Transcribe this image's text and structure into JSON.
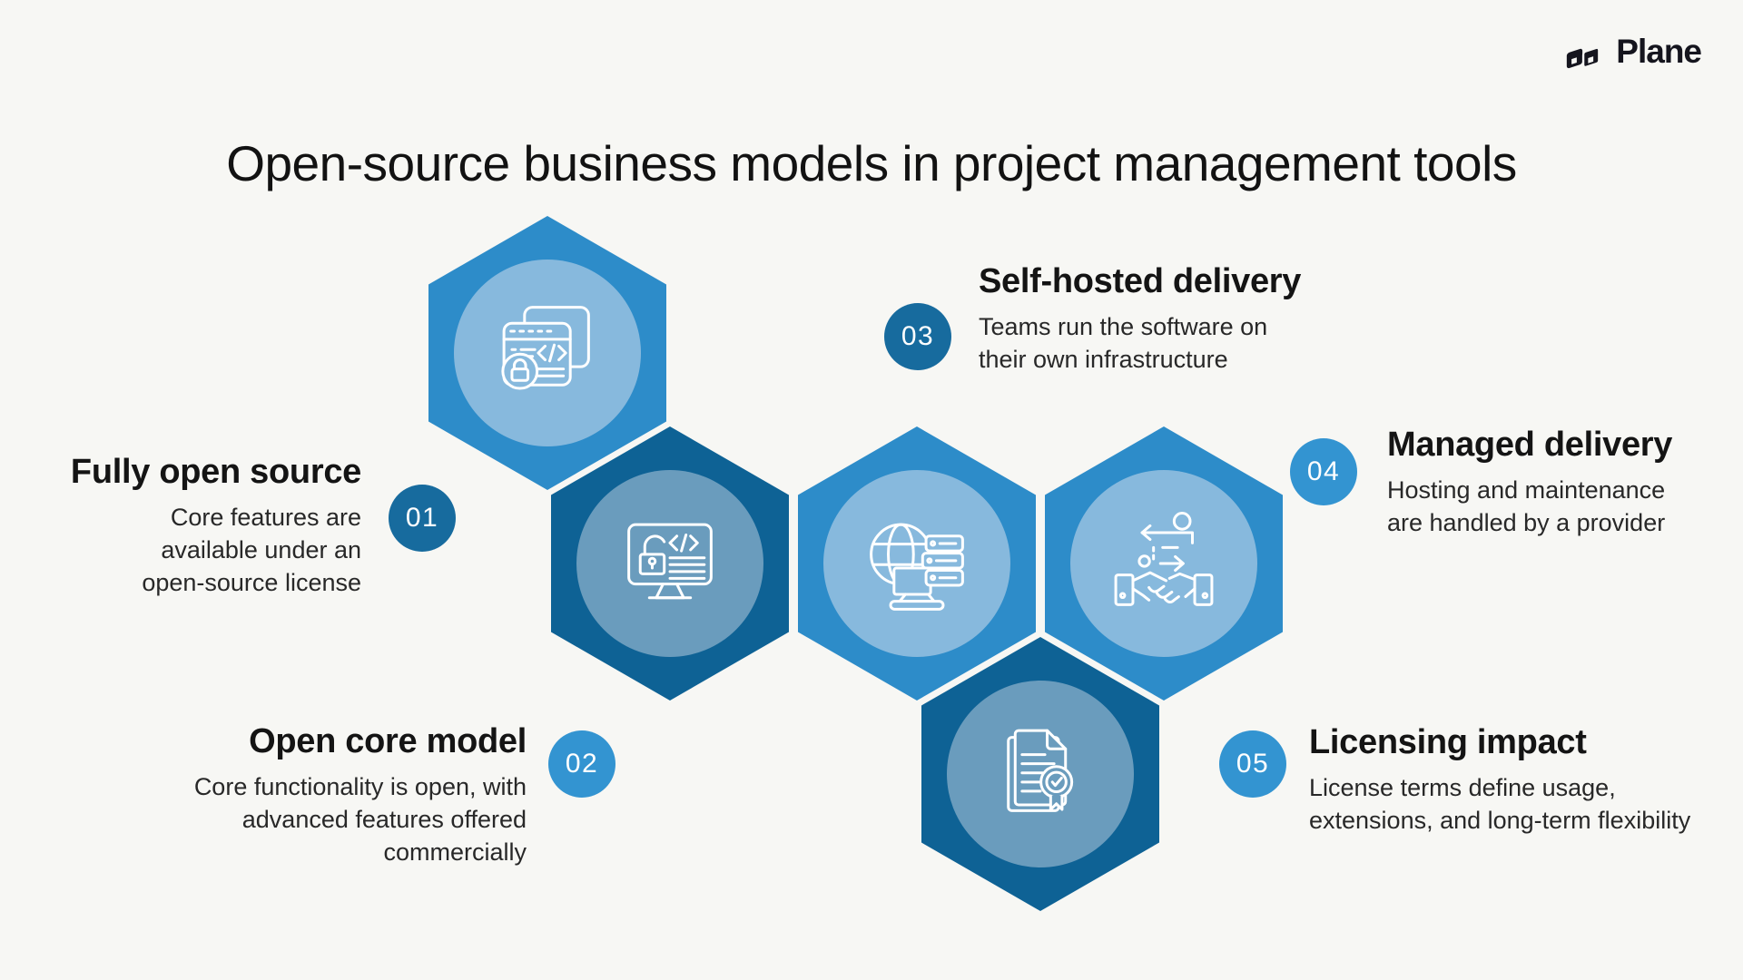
{
  "brand": {
    "name": "Plane"
  },
  "title": "Open-source business models in project management tools",
  "colors": {
    "background": "#f7f7f4",
    "hex_medium_blue": "#2d8cc9",
    "hex_dark_blue": "#0e6295",
    "circle_on_medium": "#87b9dd",
    "circle_on_dark": "#6a9cbd",
    "badge_dark": "#176b9e",
    "badge_light": "#3394d1",
    "title_text": "#121212",
    "icon_stroke": "#ffffff"
  },
  "items": [
    {
      "number": "01",
      "title": "Fully open source",
      "description": "Core features are\navailable under an\nopen-source license",
      "icon": "browser-code-lock-icon",
      "badge_style": "dark",
      "hex_style": "medium"
    },
    {
      "number": "02",
      "title": "Open core model",
      "description": "Core functionality is open, with\nadvanced features offered\ncommercially",
      "icon": "monitor-unlock-code-icon",
      "badge_style": "light",
      "hex_style": "dark"
    },
    {
      "number": "03",
      "title": "Self-hosted delivery",
      "description": "Teams run the software on\ntheir own infrastructure",
      "icon": "globe-server-icon",
      "badge_style": "dark",
      "hex_style": "medium"
    },
    {
      "number": "04",
      "title": "Managed delivery",
      "description": "Hosting and maintenance\nare handled by a provider",
      "icon": "handshake-exchange-icon",
      "badge_style": "light",
      "hex_style": "medium"
    },
    {
      "number": "05",
      "title": "Licensing impact",
      "description": "License terms define usage,\nextensions, and long-term flexibility",
      "icon": "document-certificate-icon",
      "badge_style": "light",
      "hex_style": "dark"
    }
  ]
}
